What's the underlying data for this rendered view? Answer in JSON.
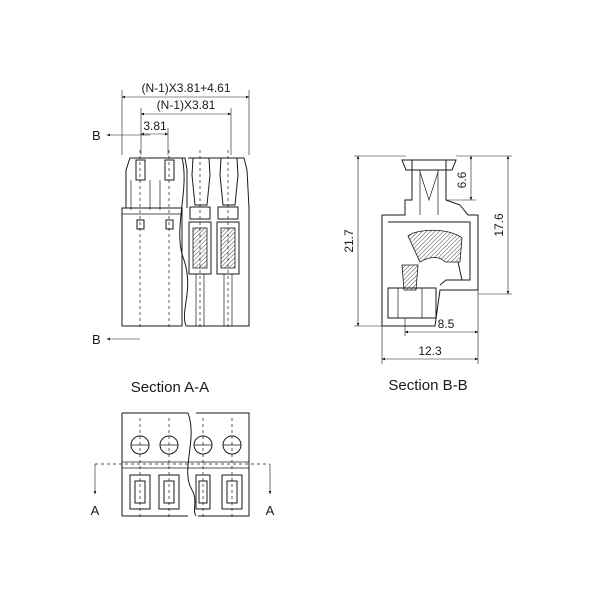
{
  "front_view": {
    "dim_total": "(N-1)X3.81+4.61",
    "dim_span": "(N-1)X3.81",
    "dim_pitch": "3.81",
    "section_marker_top": "B",
    "section_marker_bottom": "B"
  },
  "section_bb": {
    "caption": "Section B-B",
    "dim_height_total": "21.7",
    "dim_height_right": "17.6",
    "dim_top_neck": "6.6",
    "dim_width_inner": "8.5",
    "dim_width_total": "12.3"
  },
  "section_aa": {
    "caption": "Section A-A",
    "marker_left": "A",
    "marker_right": "A"
  },
  "colors": {
    "line": "#1a1a1a",
    "background": "#ffffff"
  }
}
